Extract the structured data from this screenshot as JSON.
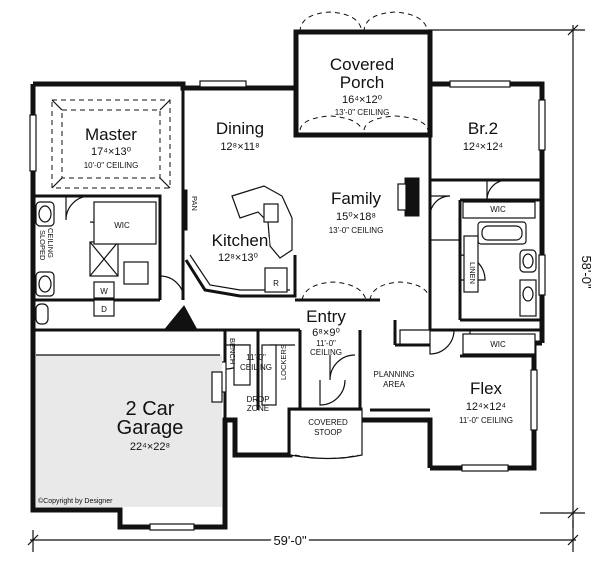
{
  "rooms": {
    "covered_porch": {
      "line1": "Covered",
      "line2": "Porch",
      "size": "16⁴×12⁰",
      "ceiling": "13'-0\" CEILING"
    },
    "master": {
      "name": "Master",
      "size": "17⁴×13⁰",
      "ceiling": "10'-0\" CEILING"
    },
    "dining": {
      "name": "Dining",
      "size": "12⁸×11⁸"
    },
    "br2": {
      "name": "Br.2",
      "size": "12⁴×12⁴"
    },
    "family": {
      "name": "Family",
      "size": "15⁰×18⁸",
      "ceiling": "13'-0\" CEILING"
    },
    "kitchen": {
      "name": "Kitchen",
      "size": "12⁸×13⁰"
    },
    "entry": {
      "name": "Entry",
      "size": "6⁸×9⁰",
      "ceiling1": "11'-0\"",
      "ceiling2": "CEILING"
    },
    "garage": {
      "line1": "2 Car",
      "line2": "Garage",
      "size": "22⁴×22⁸"
    },
    "flex": {
      "name": "Flex",
      "size": "12⁴×12⁴",
      "ceiling": "11'-0\" CEILING"
    },
    "covered_stoop": {
      "line1": "COVERED",
      "line2": "STOOP"
    },
    "planning_area": {
      "line1": "PLANNING",
      "line2": "AREA"
    },
    "drop_zone": {
      "line1": "DROP",
      "line2": "ZONE"
    },
    "mudroom_ceiling": {
      "line1": "11'-0\"",
      "line2": "CEILING"
    }
  },
  "labels": {
    "wic_master": "WIC",
    "wic_br2": "WIC",
    "wic_flex": "WIC",
    "sloped_ceiling_1": "SLOPED",
    "sloped_ceiling_2": "CEILING",
    "linen": "LINEN",
    "pan": "PAN",
    "bench": "BENCH",
    "lockers": "LOCKERS",
    "r_fridge": "R",
    "w": "W",
    "d": "D"
  },
  "dimensions": {
    "width": "59'-0\"",
    "depth": "58'-0\""
  },
  "copyright": "©Copyright by Designer"
}
